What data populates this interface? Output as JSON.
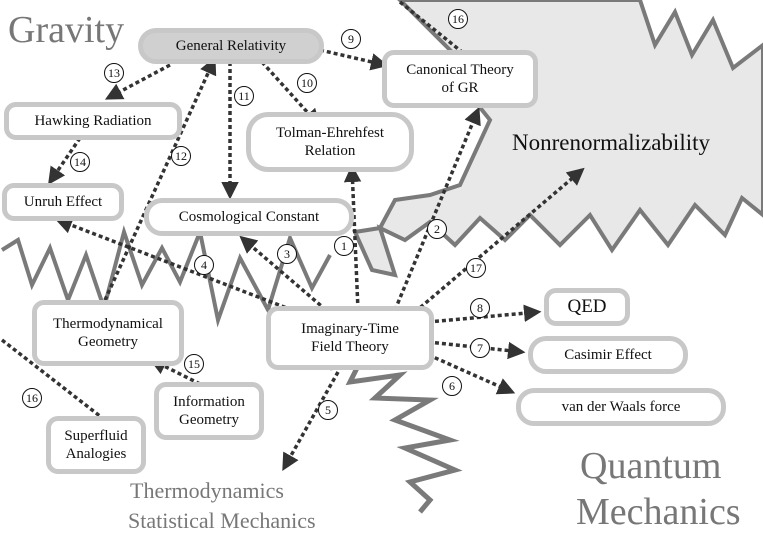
{
  "regions": {
    "gravity": "Gravity",
    "nonrenormalizability": "Nonrenormalizability",
    "quantum_line1": "Quantum",
    "quantum_line2": "Mechanics",
    "thermo_line1": "Thermodynamics",
    "thermo_line2": "Statistical Mechanics"
  },
  "nodes": {
    "general_relativity": "General Relativity",
    "canonical_line1": "Canonical  Theory",
    "canonical_line2": "of GR",
    "hawking": "Hawking Radiation",
    "tolman_line1": "Tolman-Ehrehfest",
    "tolman_line2": "Relation",
    "unruh": "Unruh Effect",
    "cosmological": "Cosmological Constant",
    "thermo_geom_line1": "Thermodynamical",
    "thermo_geom_line2": "Geometry",
    "imaginary_line1": "Imaginary-Time",
    "imaginary_line2": "Field Theory",
    "qed": "QED",
    "casimir": "Casimir Effect",
    "van_der_waals": "van der Waals force",
    "info_geom_line1": "Information",
    "info_geom_line2": "Geometry",
    "superfluid_line1": "Superfluid",
    "superfluid_line2": "Analogies"
  },
  "badges": {
    "b1": "1",
    "b2": "2",
    "b3": "3",
    "b4": "4",
    "b5": "5",
    "b6": "6",
    "b7": "7",
    "b8": "8",
    "b9": "9",
    "b10": "10",
    "b11": "11",
    "b12": "12",
    "b13": "13",
    "b14": "14",
    "b15": "15",
    "b16a": "16",
    "b16b": "16",
    "b17": "17"
  },
  "colors": {
    "node_border": "#c8c8c8",
    "region_fill": "#e8e8e8",
    "zigzag": "#7a7a7a",
    "arrow": "#333333"
  }
}
